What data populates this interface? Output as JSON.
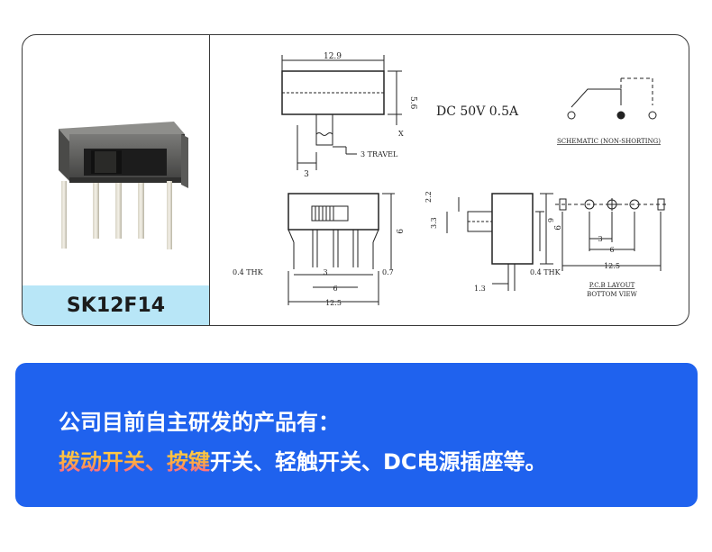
{
  "product": {
    "model": "SK12F14"
  },
  "drawing": {
    "top_width": "12.9",
    "height_dim": "5.6",
    "actuator_x": "X",
    "travel_spacing": "3",
    "travel_label": "3 TRAVEL",
    "rating": "DC 50V 0.5A",
    "schematic_label": "SCHEMATIC (NON-SHORTING)",
    "front_thickness": "0.4 THK",
    "front_pitch": "3",
    "front_pin_width": "0.7",
    "front_span": "6",
    "front_overall": "12.5",
    "front_height": "9",
    "side_top": "2.2",
    "side_left": "3.3",
    "side_height_inner": "6",
    "side_height_outer": "9",
    "side_thickness": "0.4 THK",
    "side_offset": "1.3",
    "pcb_pitch": "3",
    "pcb_span": "6",
    "pcb_overall": "12.5",
    "pcb_label_1": "P.C.B LAYOUT",
    "pcb_label_2": "BOTTOM VIEW"
  },
  "banner": {
    "heading": "公司目前自主研发的产品有：",
    "products_part1": "拨动开关、",
    "products_part2": "按键",
    "products_part3": "开关、轻触开关、DC电源插座等。"
  },
  "colors": {
    "label_bg": "#b8e6f7",
    "banner_bg": "#1f62ee",
    "highlight_top": "#ffd24a",
    "highlight_bottom": "#ff5b94"
  }
}
